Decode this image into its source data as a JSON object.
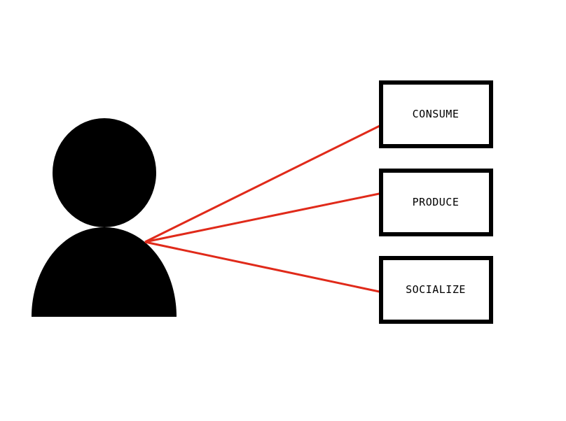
{
  "person": {
    "icon": "person-icon",
    "color": "#000000"
  },
  "connector_color": "#e02a1a",
  "box_border_color": "#000000",
  "boxes": [
    {
      "label": "CONSUME"
    },
    {
      "label": "PRODUCE"
    },
    {
      "label": "SOCIALIZE"
    }
  ]
}
